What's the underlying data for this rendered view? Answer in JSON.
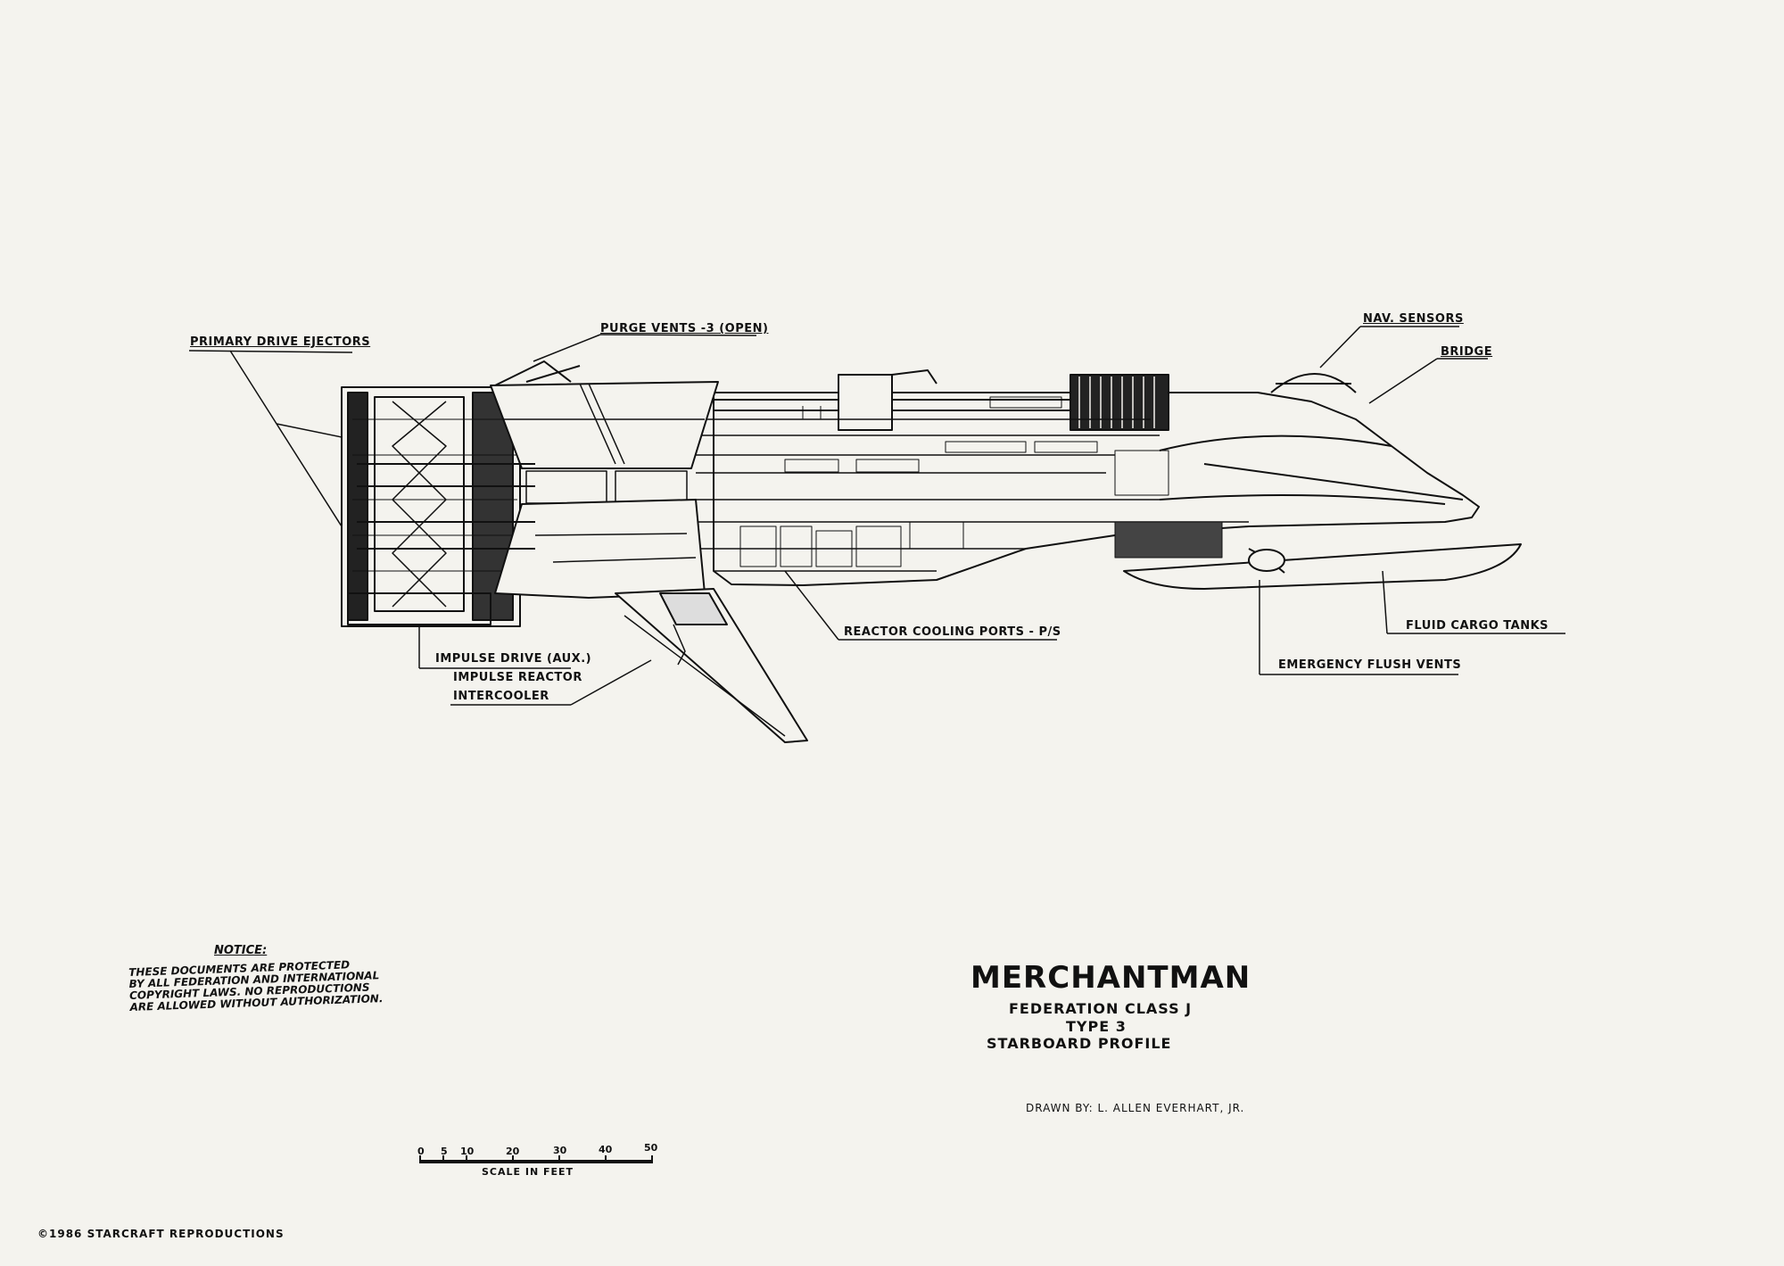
{
  "callouts": {
    "primary_drive_ejectors": "PRIMARY DRIVE EJECTORS",
    "purge_vents": "PURGE VENTS -3 (OPEN)",
    "nav_sensors": "NAV. SENSORS",
    "bridge": "BRIDGE",
    "impulse_drive_aux": "IMPULSE DRIVE (AUX.)",
    "impulse_reactor_line1": "IMPULSE REACTOR",
    "impulse_reactor_line2": "INTERCOOLER",
    "reactor_cooling_ports": "REACTOR COOLING PORTS - P/S",
    "fluid_cargo_tanks": "FLUID CARGO TANKS",
    "emergency_flush_vents": "EMERGENCY FLUSH VENTS"
  },
  "title_block": {
    "title": "MERCHANTMAN",
    "line1": "FEDERATION CLASS J",
    "line2": "TYPE 3",
    "line3": "STARBOARD PROFILE",
    "drawn_by": "DRAWN BY: L. ALLEN EVERHART, JR."
  },
  "notice": {
    "heading": "NOTICE:",
    "body": "THESE DOCUMENTS ARE PROTECTED\nBY ALL FEDERATION AND INTERNATIONAL\nCOPYRIGHT LAWS. NO REPRODUCTIONS\nARE ALLOWED WITHOUT AUTHORIZATION."
  },
  "scale": {
    "ticks": [
      "0",
      "5",
      "10",
      "20",
      "30",
      "40",
      "50"
    ],
    "label": "SCALE IN FEET"
  },
  "copyright": "©1986 STARCRAFT REPRODUCTIONS"
}
